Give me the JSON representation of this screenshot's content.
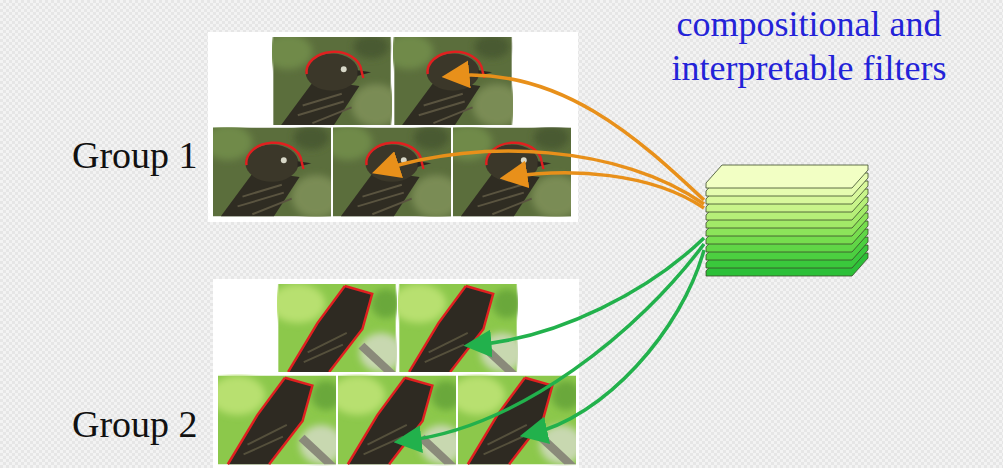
{
  "diagram": {
    "labels": [
      "compositional and interpretable filters",
      "Group 1",
      "Group 2"
    ]
  }
}
